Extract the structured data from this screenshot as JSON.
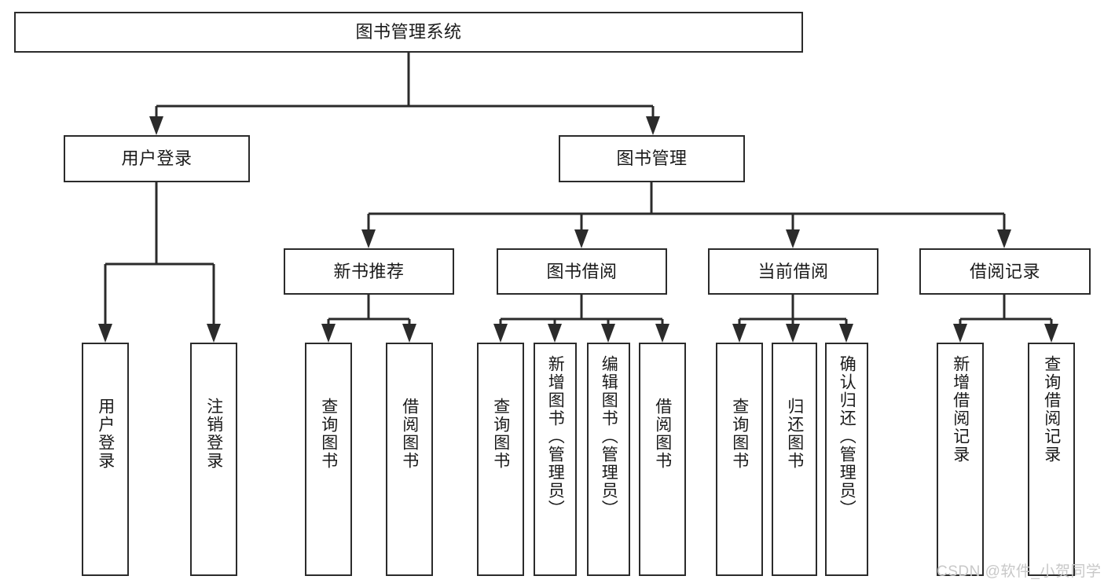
{
  "diagram": {
    "type": "tree",
    "title": "图书管理系统",
    "orientation": "top-down",
    "colors": {
      "stroke": "#2b2b2b",
      "fill": "#ffffff",
      "text": "#1a1a1a",
      "watermark": "#c8c8c8"
    },
    "root": {
      "label": "图书管理系统"
    },
    "level1": [
      {
        "label": "用户登录"
      },
      {
        "label": "图书管理"
      }
    ],
    "level2": [
      {
        "label": "新书推荐"
      },
      {
        "label": "图书借阅"
      },
      {
        "label": "当前借阅"
      },
      {
        "label": "借阅记录"
      }
    ],
    "leaves": {
      "user_login": [
        {
          "label": "用户登录"
        },
        {
          "label": "注销登录"
        }
      ],
      "new_book_recommend": [
        {
          "label": "查询图书"
        },
        {
          "label": "借阅图书"
        }
      ],
      "book_borrow": [
        {
          "label": "查询图书"
        },
        {
          "label": "新增图书（管理员）"
        },
        {
          "label": "编辑图书（管理员）"
        },
        {
          "label": "借阅图书"
        }
      ],
      "current_borrow": [
        {
          "label": "查询图书"
        },
        {
          "label": "归还图书"
        },
        {
          "label": "确认归还（管理员）"
        }
      ],
      "borrow_record": [
        {
          "label": "新增借阅记录"
        },
        {
          "label": "查询借阅记录"
        }
      ]
    }
  },
  "watermark": {
    "text": "CSDN @软件_小贺同学"
  }
}
